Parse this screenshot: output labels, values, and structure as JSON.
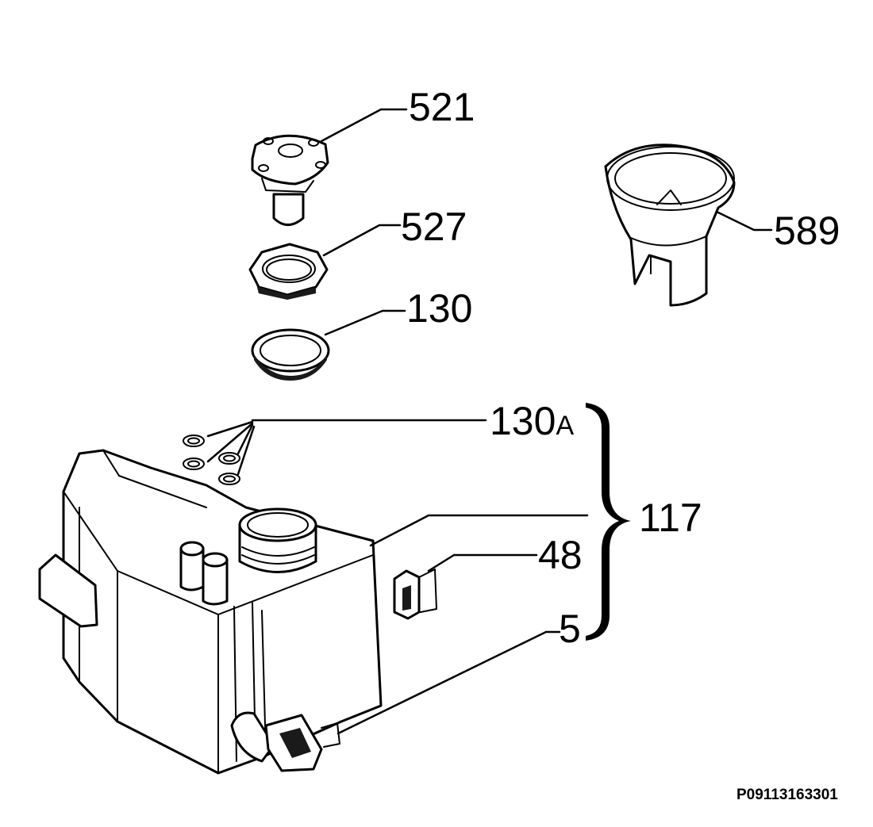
{
  "callouts": {
    "c521": "521",
    "c527": "527",
    "c130": "130",
    "c589": "589",
    "c130a_num": "130",
    "c130a_suffix": "A",
    "c117": "117",
    "c48": "48",
    "c5": "5"
  },
  "document_number": "P09113163301"
}
